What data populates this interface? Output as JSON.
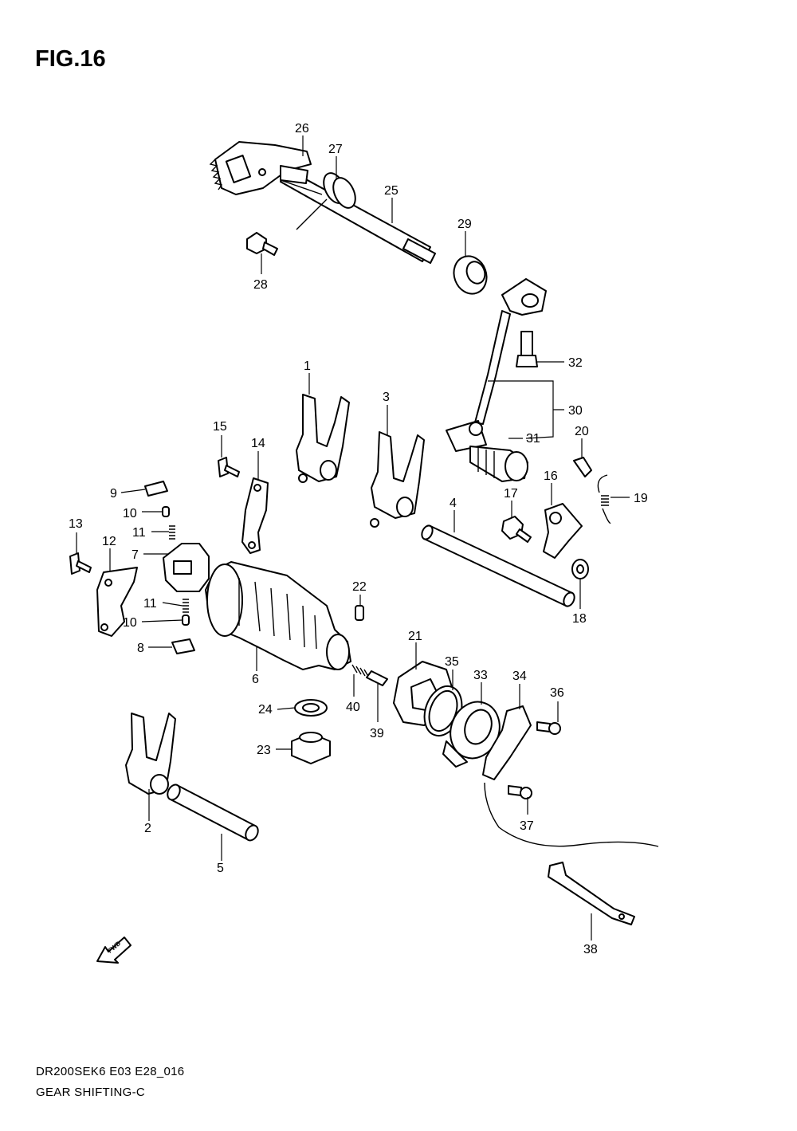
{
  "figure": {
    "title": "FIG.16"
  },
  "footer": {
    "code": "DR200SEK6 E03 E28_016",
    "name": "GEAR SHIFTING-C"
  },
  "direction_marker": {
    "label": "FWD"
  },
  "parts": [
    {
      "ref": "1"
    },
    {
      "ref": "2"
    },
    {
      "ref": "3"
    },
    {
      "ref": "4"
    },
    {
      "ref": "5"
    },
    {
      "ref": "6"
    },
    {
      "ref": "7"
    },
    {
      "ref": "8"
    },
    {
      "ref": "9"
    },
    {
      "ref": "10"
    },
    {
      "ref": "10"
    },
    {
      "ref": "11"
    },
    {
      "ref": "11"
    },
    {
      "ref": "12"
    },
    {
      "ref": "13"
    },
    {
      "ref": "14"
    },
    {
      "ref": "15"
    },
    {
      "ref": "16"
    },
    {
      "ref": "17"
    },
    {
      "ref": "18"
    },
    {
      "ref": "19"
    },
    {
      "ref": "20"
    },
    {
      "ref": "21"
    },
    {
      "ref": "22"
    },
    {
      "ref": "23"
    },
    {
      "ref": "24"
    },
    {
      "ref": "25"
    },
    {
      "ref": "26"
    },
    {
      "ref": "27"
    },
    {
      "ref": "28"
    },
    {
      "ref": "29"
    },
    {
      "ref": "30"
    },
    {
      "ref": "31"
    },
    {
      "ref": "32"
    },
    {
      "ref": "33"
    },
    {
      "ref": "34"
    },
    {
      "ref": "35"
    },
    {
      "ref": "36"
    },
    {
      "ref": "37"
    },
    {
      "ref": "38"
    },
    {
      "ref": "39"
    },
    {
      "ref": "40"
    }
  ]
}
